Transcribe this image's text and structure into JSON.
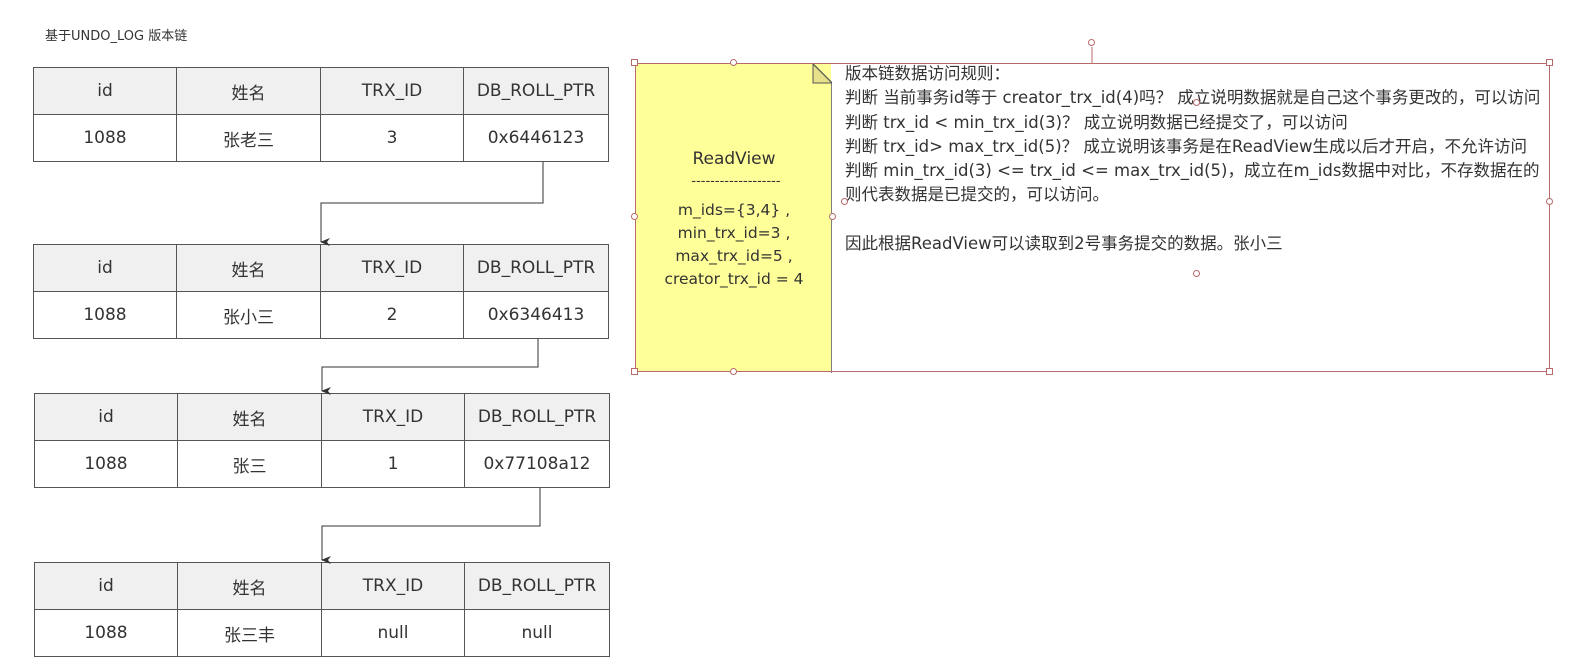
{
  "title": "基于UNDO_LOG 版本链",
  "columns": [
    "id",
    "姓名",
    "TRX_ID",
    "DB_ROLL_PTR"
  ],
  "versions": [
    {
      "id": "1088",
      "name": "张老三",
      "trx_id": "3",
      "roll_ptr": "0x6446123"
    },
    {
      "id": "1088",
      "name": "张小三",
      "trx_id": "2",
      "roll_ptr": "0x6346413"
    },
    {
      "id": "1088",
      "name": "张三",
      "trx_id": "1",
      "roll_ptr": "0x77108a12"
    },
    {
      "id": "1088",
      "name": "张三丰",
      "trx_id": "null",
      "roll_ptr": "null"
    }
  ],
  "readview": {
    "title": "ReadView",
    "separator": "-------------------",
    "lines": [
      "m_ids={3,4} ,",
      "min_trx_id=3  ,",
      "max_trx_id=5  ,",
      "creator_trx_id = 4"
    ]
  },
  "rules": {
    "lines": [
      "版本链数据访问规则：",
      "判断 当前事务id等于 creator_trx_id(4)吗？ 成立说明数据就是自己这个事务更改的，可以访问",
      "判断 trx_id < min_trx_id(3)？ 成立说明数据已经提交了，可以访问",
      "判断 trx_id> max_trx_id(5)？ 成立说明该事务是在ReadView生成以后才开启，不允许访问",
      "判断 min_trx_id(3) <= trx_id <= max_trx_id(5)，成立在m_ids数据中对比，不存数据在的则代表数据是已提交的，可以访问。",
      "",
      "因此根据ReadView可以读取到2号事务提交的数据。张小三"
    ]
  },
  "colors": {
    "note_fill": "#ffff99",
    "header_fill": "#f0f0f0",
    "selection": "#b86a6a"
  }
}
